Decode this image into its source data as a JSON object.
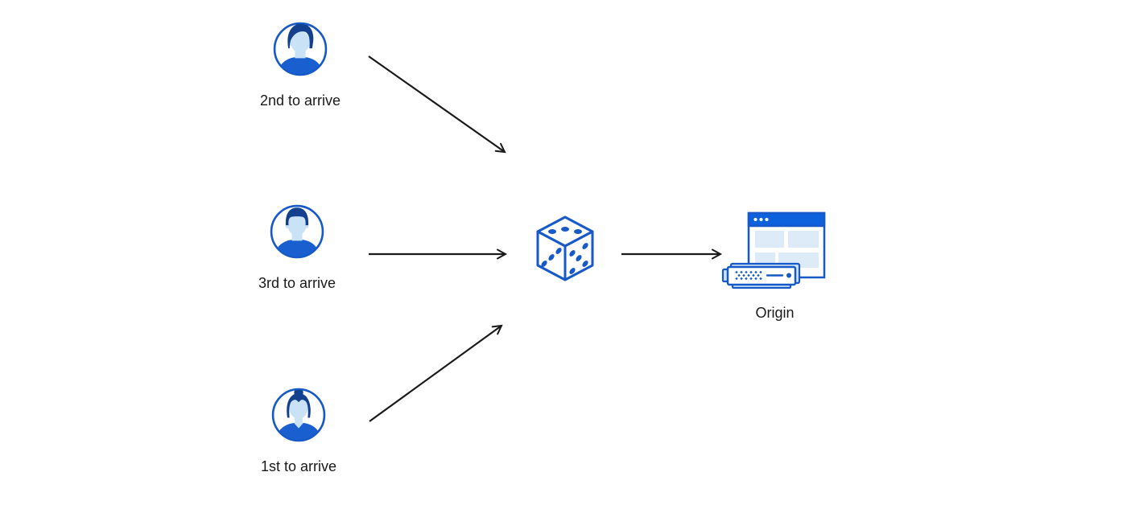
{
  "diagram": {
    "name": "random-queue-to-origin-diagram",
    "visitors": [
      {
        "id": "visitor-2nd",
        "label": "2nd to arrive",
        "icon": "man-avatar-icon"
      },
      {
        "id": "visitor-3rd",
        "label": "3rd to arrive",
        "icon": "man-short-hair-avatar-icon"
      },
      {
        "id": "visitor-1st",
        "label": "1st to arrive",
        "icon": "woman-avatar-icon"
      }
    ],
    "randomizer": {
      "id": "dice",
      "icon": "dice-icon"
    },
    "origin": {
      "id": "origin",
      "label": "Origin",
      "icon": "origin-server-icon"
    },
    "edges": [
      {
        "from": "visitor-2nd",
        "to": "dice"
      },
      {
        "from": "visitor-3rd",
        "to": "dice"
      },
      {
        "from": "visitor-1st",
        "to": "dice"
      },
      {
        "from": "dice",
        "to": "origin"
      }
    ],
    "colors": {
      "primary_blue": "#1659c7",
      "hair_navy": "#14418f",
      "shirt_blue": "#1a5fd0",
      "skin_light_blue": "#c9e2f5",
      "titlebar_blue": "#0d61dd",
      "panel_light_blue": "#dcebf7",
      "server_light_blue": "#cfe4f7",
      "arrow_color": "#1a1a1a",
      "label_color": "#1a1a1a",
      "background": "#ffffff"
    }
  }
}
